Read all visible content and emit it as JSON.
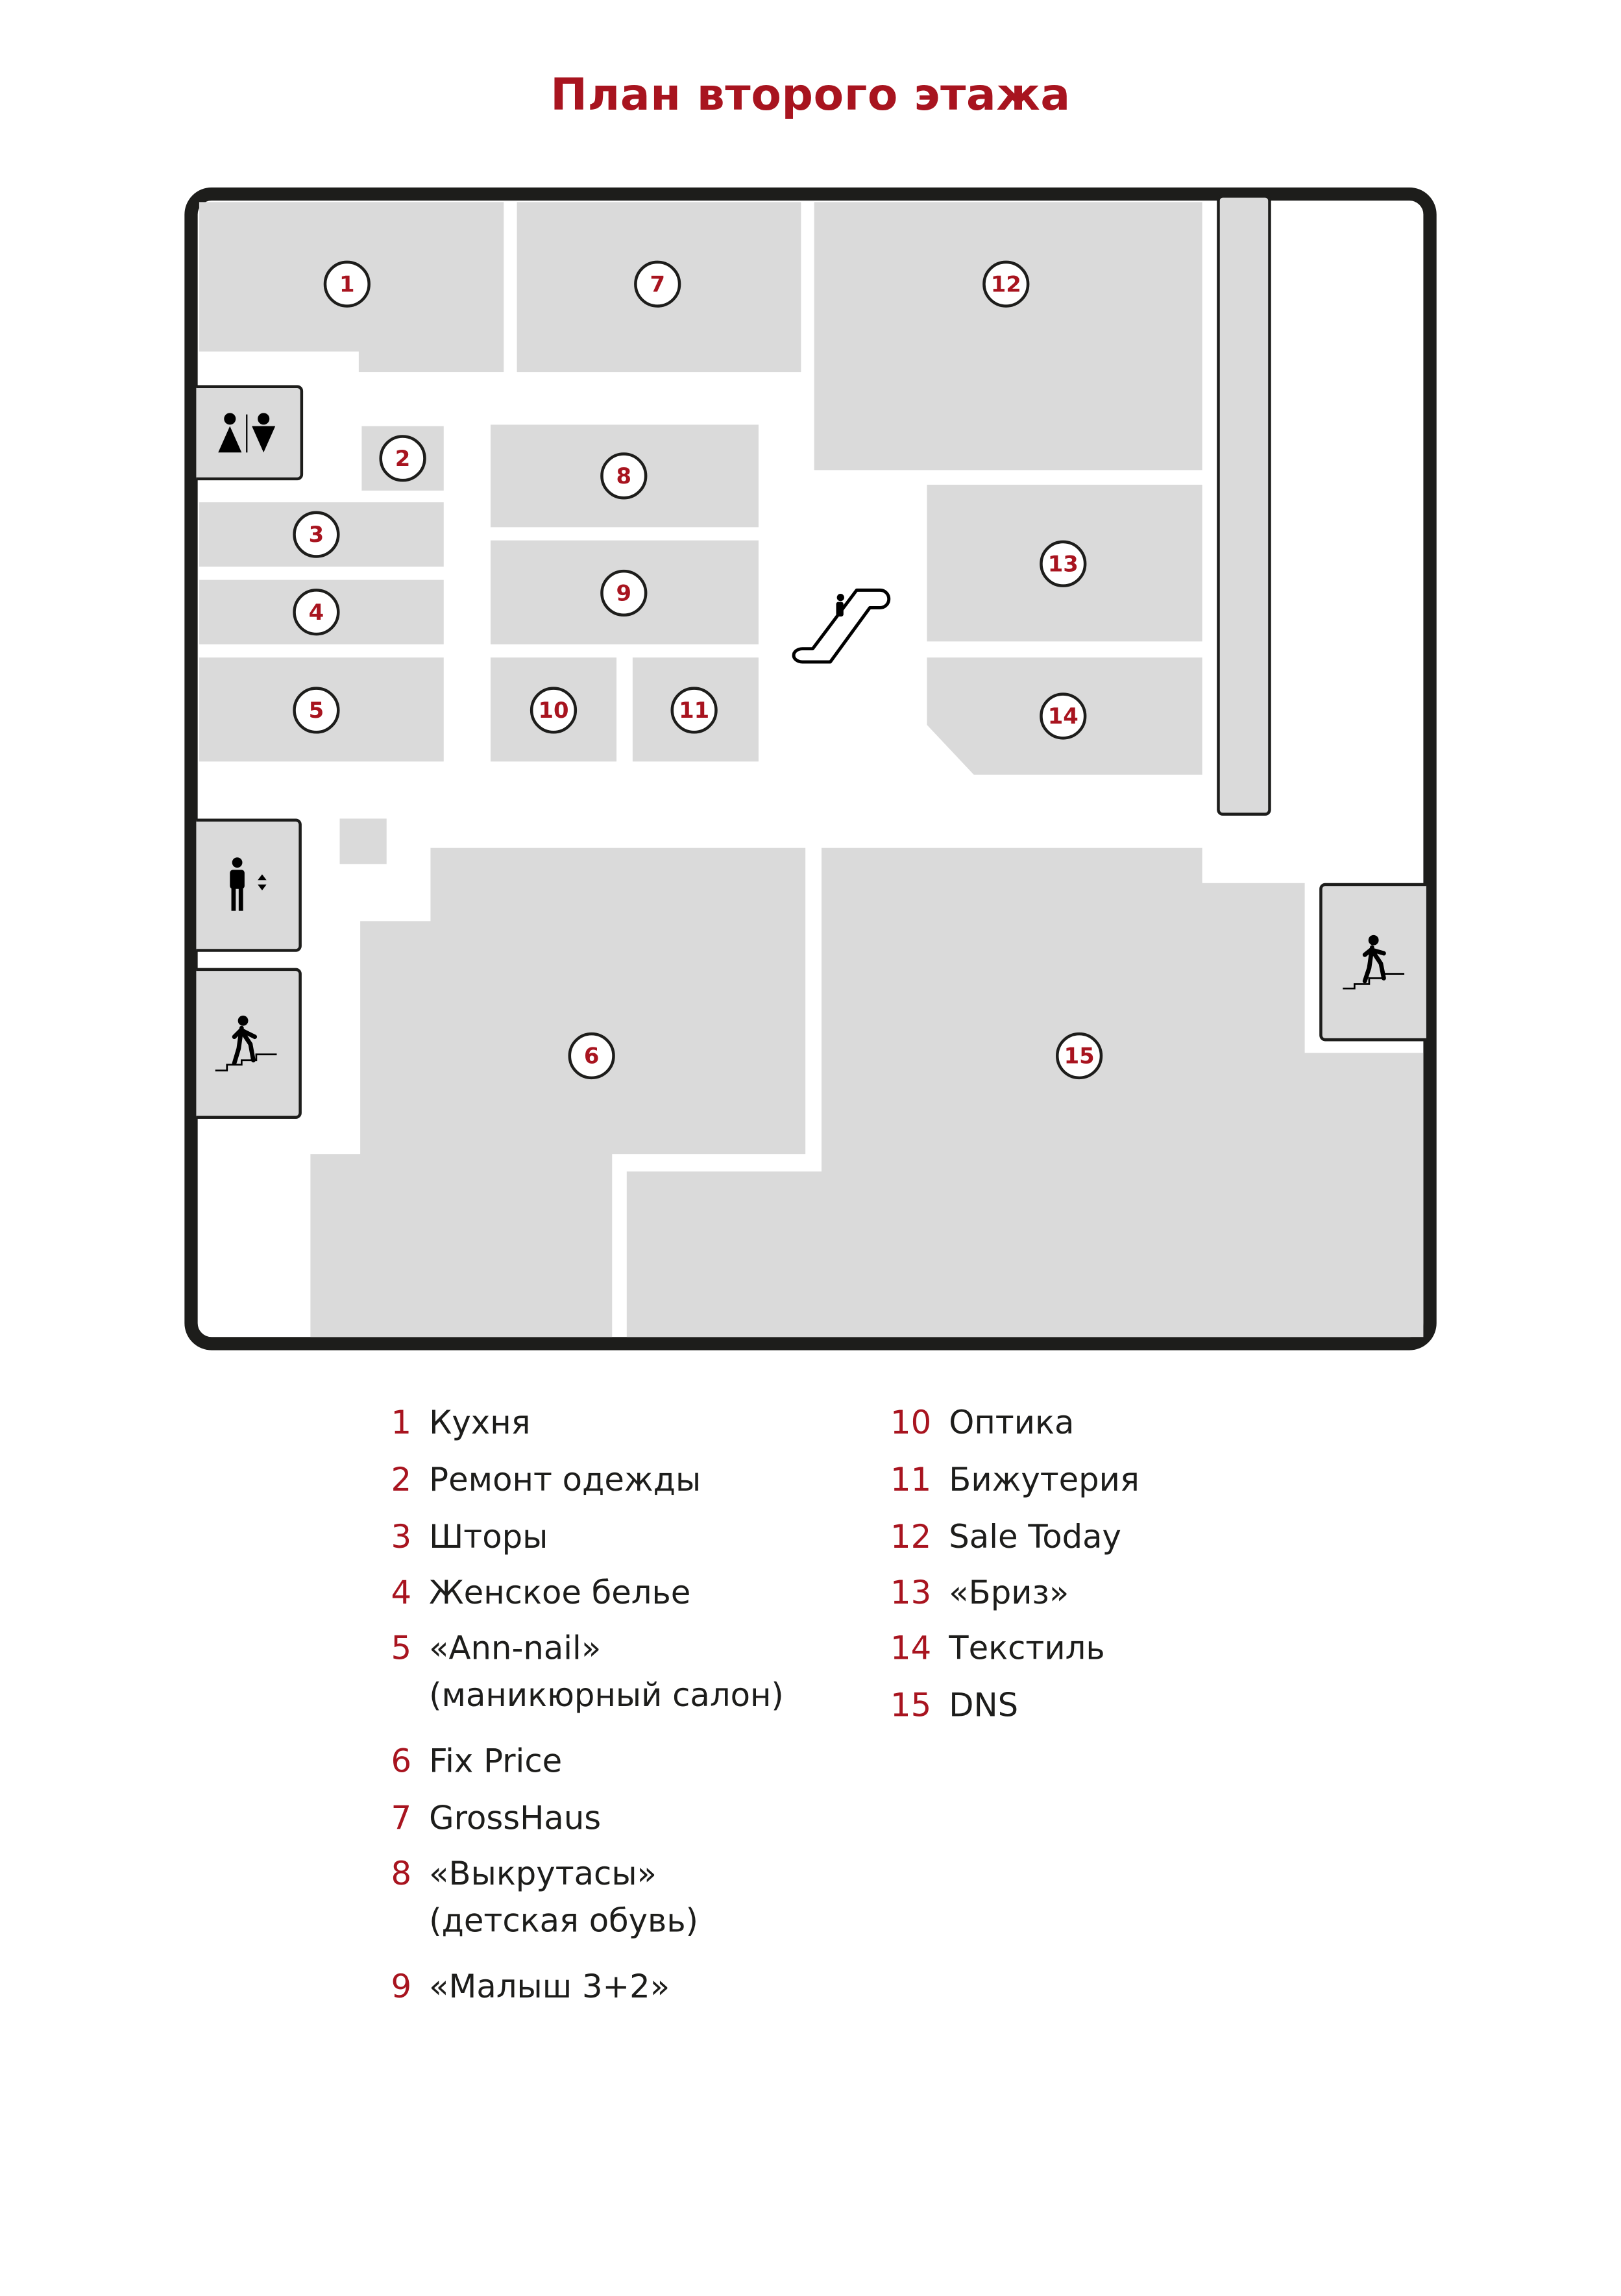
{
  "title": "План второго этажа",
  "colors": {
    "accent": "#a8141f",
    "shop_fill": "#dadada",
    "outline": "#1d1d1b"
  },
  "map": {
    "shop_numbers": [
      "1",
      "2",
      "3",
      "4",
      "5",
      "6",
      "7",
      "8",
      "9",
      "10",
      "11",
      "12",
      "13",
      "14",
      "15"
    ],
    "icons": [
      "restroom-icon",
      "elevator-icon",
      "stairs-icon",
      "escalator-icon"
    ]
  },
  "legend": [
    {
      "num": "1",
      "name": "Кухня"
    },
    {
      "num": "2",
      "name": "Ремонт одежды"
    },
    {
      "num": "3",
      "name": "Шторы"
    },
    {
      "num": "4",
      "name": "Женское белье"
    },
    {
      "num": "5",
      "name": "«Ann-nail»",
      "sub": "(маникюрный салон)"
    },
    {
      "num": "6",
      "name": "Fix Price"
    },
    {
      "num": "7",
      "name": "GrossHaus"
    },
    {
      "num": "8",
      "name": "«Выкрутасы»",
      "sub": "(детская обувь)"
    },
    {
      "num": "9",
      "name": "«Малыш 3+2»"
    },
    {
      "num": "10",
      "name": "Оптика"
    },
    {
      "num": "11",
      "name": "Бижутерия"
    },
    {
      "num": "12",
      "name": "Sale Today"
    },
    {
      "num": "13",
      "name": "«Бриз»"
    },
    {
      "num": "14",
      "name": "Текстиль"
    },
    {
      "num": "15",
      "name": "DNS"
    }
  ]
}
